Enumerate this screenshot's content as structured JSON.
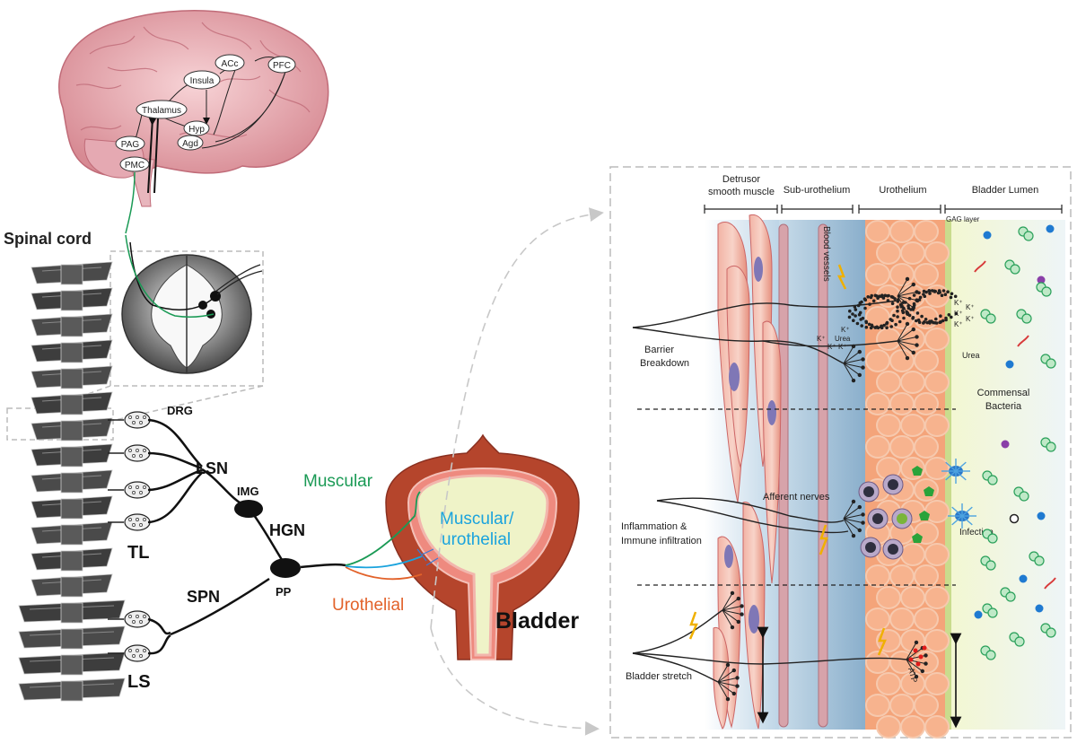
{
  "brain": {
    "regions": [
      "ACc",
      "PFC",
      "Insula",
      "Thalamus",
      "Hyp",
      "Agd",
      "PAG",
      "PMC"
    ]
  },
  "spine": {
    "title": "Spinal cord",
    "drg": "DRG",
    "lsn": "LSN",
    "img": "IMG",
    "hgn": "HGN",
    "pp": "PP",
    "spn": "SPN",
    "tl": "TL",
    "ls": "LS"
  },
  "bladder": {
    "label": "Bladder",
    "muscular": "Muscular",
    "muscular_uro_line1": "Muscular/",
    "muscular_uro_line2": "urothelial",
    "urothelial": "Urothelial"
  },
  "detail": {
    "col_detrusor_line1": "Detrusor",
    "col_detrusor_line2": "smooth muscle",
    "col_suburo": "Sub-urothelium",
    "col_uro": "Urothelium",
    "col_lumen": "Bladder Lumen",
    "gag": "GAG layer",
    "blood_vessels": "Blood vessels",
    "barrier_line1": "Barrier",
    "barrier_line2": "Breakdown",
    "inflam_line1": "Inflammation &",
    "inflam_line2": "Immune infiltration",
    "stretch": "Bladder stretch",
    "afferent": "Afferent nerves",
    "commensal_line1": "Commensal",
    "commensal_line2": "Bacteria",
    "infection": "Infection",
    "urea": "Urea",
    "urea_small": "Urea",
    "atp": "ATP",
    "k_ion": "K⁺"
  },
  "colors": {
    "muscular": "#1a9a55",
    "muscular_uro": "#1aa3dd",
    "urothelial": "#e2622a",
    "bladder_wall": "#b5452c",
    "urothelium": "#f4a47a",
    "lumen": "#fbf8d8"
  }
}
